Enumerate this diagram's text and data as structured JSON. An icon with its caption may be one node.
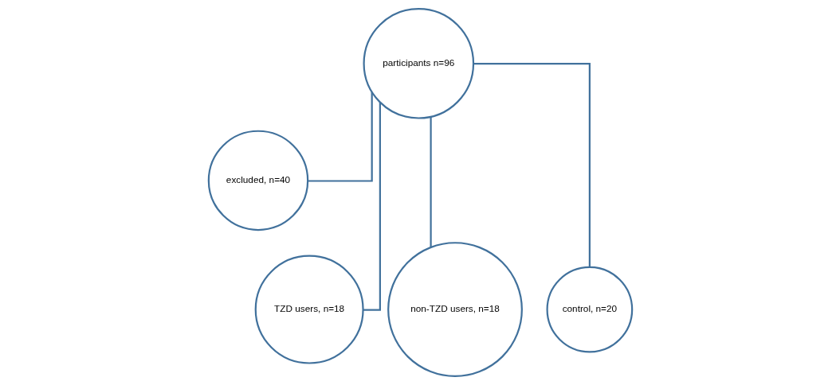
{
  "diagram": {
    "nodes": [
      {
        "text": [
          "participants n=96"
        ]
      },
      {
        "text": [
          "excluded, n=40"
        ]
      },
      {
        "text": [
          "TZD users, n=18"
        ]
      },
      {
        "text": [
          "non-TZD users, n=18"
        ]
      },
      {
        "text": [
          "control, n=20"
        ]
      }
    ],
    "edges": [
      {
        "from": 0,
        "to": 1,
        "arrow": "none"
      },
      {
        "from": 0,
        "to": 2,
        "arrow": "none"
      },
      {
        "from": 0,
        "to": 3,
        "arrow": "none"
      },
      {
        "from": 0,
        "to": 4,
        "arrow": "none"
      }
    ]
  }
}
